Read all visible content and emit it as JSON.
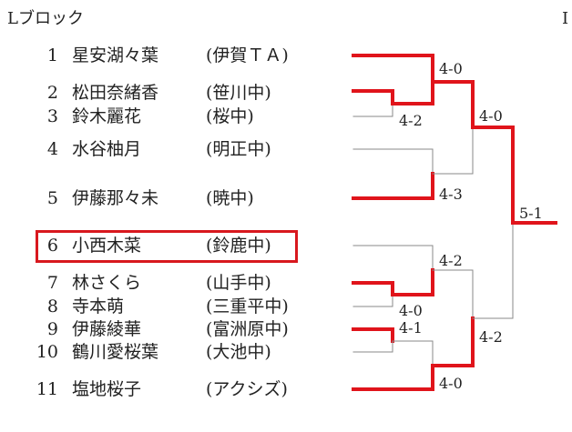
{
  "block_title": "Lブロック",
  "corner_mark": "I",
  "players": [
    {
      "num": "1",
      "name": "星安湖々葉",
      "school": "(伊賀ＴＡ)"
    },
    {
      "num": "2",
      "name": "松田奈緒香",
      "school": "(笹川中)"
    },
    {
      "num": "3",
      "name": "鈴木麗花",
      "school": "(桜中)"
    },
    {
      "num": "4",
      "name": "水谷柚月",
      "school": "(明正中)"
    },
    {
      "num": "5",
      "name": "伊藤那々未",
      "school": "(暁中)"
    },
    {
      "num": "6",
      "name": "小西木菜",
      "school": "(鈴鹿中)"
    },
    {
      "num": "7",
      "name": "林さくら",
      "school": "(山手中)"
    },
    {
      "num": "8",
      "name": "寺本萌",
      "school": "(三重平中)"
    },
    {
      "num": "9",
      "name": "伊藤綾華",
      "school": "(富洲原中)"
    },
    {
      "num": "10",
      "name": "鶴川愛桜葉",
      "school": "(大池中)"
    },
    {
      "num": "11",
      "name": "塩地桜子",
      "school": "(アクシズ)"
    }
  ],
  "scores": {
    "r1_2v3": "4-2",
    "r2_1v23": "4-0",
    "r1_4v5": "4-3",
    "semi_top": "4-0",
    "final": "5-1",
    "r1_7v8": "4-0",
    "r2_6v78": "4-2",
    "r1_9v10": "4-1",
    "r2_910v11": "4-0",
    "semi_bottom": "4-2"
  },
  "colors": {
    "winner_line": "#e0141b",
    "loser_line": "#888888",
    "highlight_box": "#d8181e"
  }
}
